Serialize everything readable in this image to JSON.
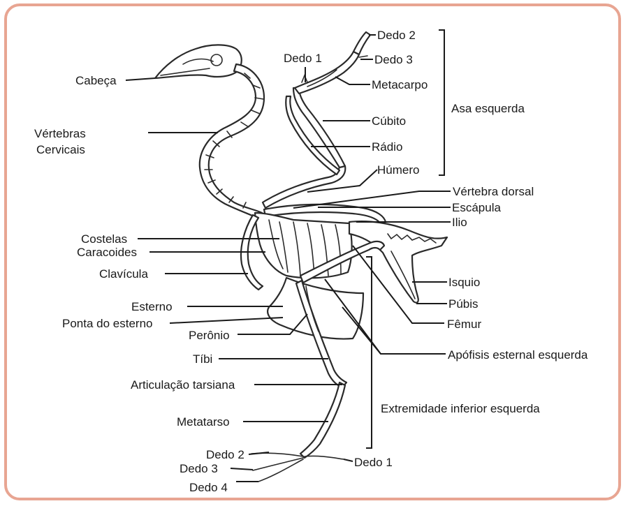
{
  "frame_color": "#e8a592",
  "labels": {
    "cabeca": "Cabeça",
    "vertebras_line1": "Vértebras",
    "vertebras_line2": "Cervicais",
    "costelas": "Costelas",
    "caracoides": "Caracoides",
    "clavicula": "Clavícula",
    "esterno": "Esterno",
    "ponta_esterno": "Ponta do esterno",
    "peronio": "Perônio",
    "tibi": "Tíbi",
    "articulacao": "Articulação tarsiana",
    "metatarso": "Metatarso",
    "dedo2_pe": "Dedo 2",
    "dedo3_pe": "Dedo 3",
    "dedo4_pe": "Dedo 4",
    "dedo1_pe": "Dedo 1",
    "dedo1_asa": "Dedo 1",
    "dedo2_asa": "Dedo 2",
    "dedo3_asa": "Dedo 3",
    "metacarpo": "Metacarpo",
    "cubito": "Cúbito",
    "radio": "Rádio",
    "umero": "Húmero",
    "asa_esquerda": "Asa esquerda",
    "vertebra_dorsal": "Vértebra dorsal",
    "escapula": "Escápula",
    "ilio": "Ilio",
    "isquio": "Isquio",
    "pubis": "Púbis",
    "femur": "Fêmur",
    "apofisis": "Apófisis esternal esquerda",
    "extremidade": "Extremidade inferior esquerda"
  }
}
